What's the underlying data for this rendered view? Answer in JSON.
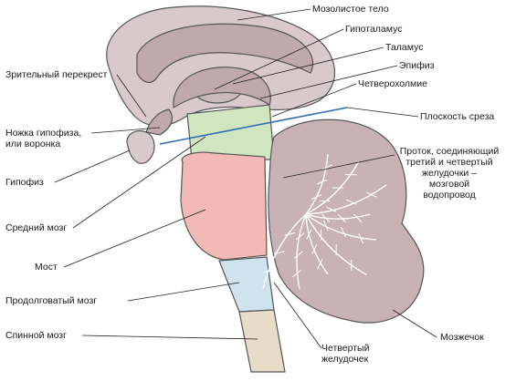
{
  "diagram": {
    "labels": {
      "corpus_callosum": "Мозолистое тело",
      "hypothalamus": "Гипоталамус",
      "thalamus": "Таламус",
      "epiphysis": "Эпифиз",
      "quadrigemina": "Четверохолмие",
      "section_plane": "Плоскость среза",
      "optic_chiasm": "Зрительный перекрест",
      "pituitary_stalk": "Ножка гипофиза,\nили воронка",
      "duct": "Проток, соединяющий\nтретий и четвертый\nжелудочки –\nмозговой\nводопровод",
      "pituitary": "Гипофиз",
      "midbrain": "Средний мозг",
      "pons": "Мост",
      "medulla": "Продолговатый мозг",
      "spinal_cord": "Спинной мозг",
      "cerebellum": "Мозжечок",
      "fourth_ventricle": "Четвертый\nжелудочек"
    },
    "colors": {
      "outline": "#555555",
      "cortex_fill": "#d9c9cc",
      "cortex_dark": "#bfa9ad",
      "thalamus_fill": "#cbb9bc",
      "midbrain_green": "#cfe6c0",
      "pons_pink": "#f3b9b6",
      "medulla_blue": "#cfe3ef",
      "spinal_fill": "#e6dcc8",
      "cerebellum_fill": "#c9b2b6",
      "cerebellum_lines": "#ffffff",
      "section_line": "#2f6db3"
    }
  }
}
